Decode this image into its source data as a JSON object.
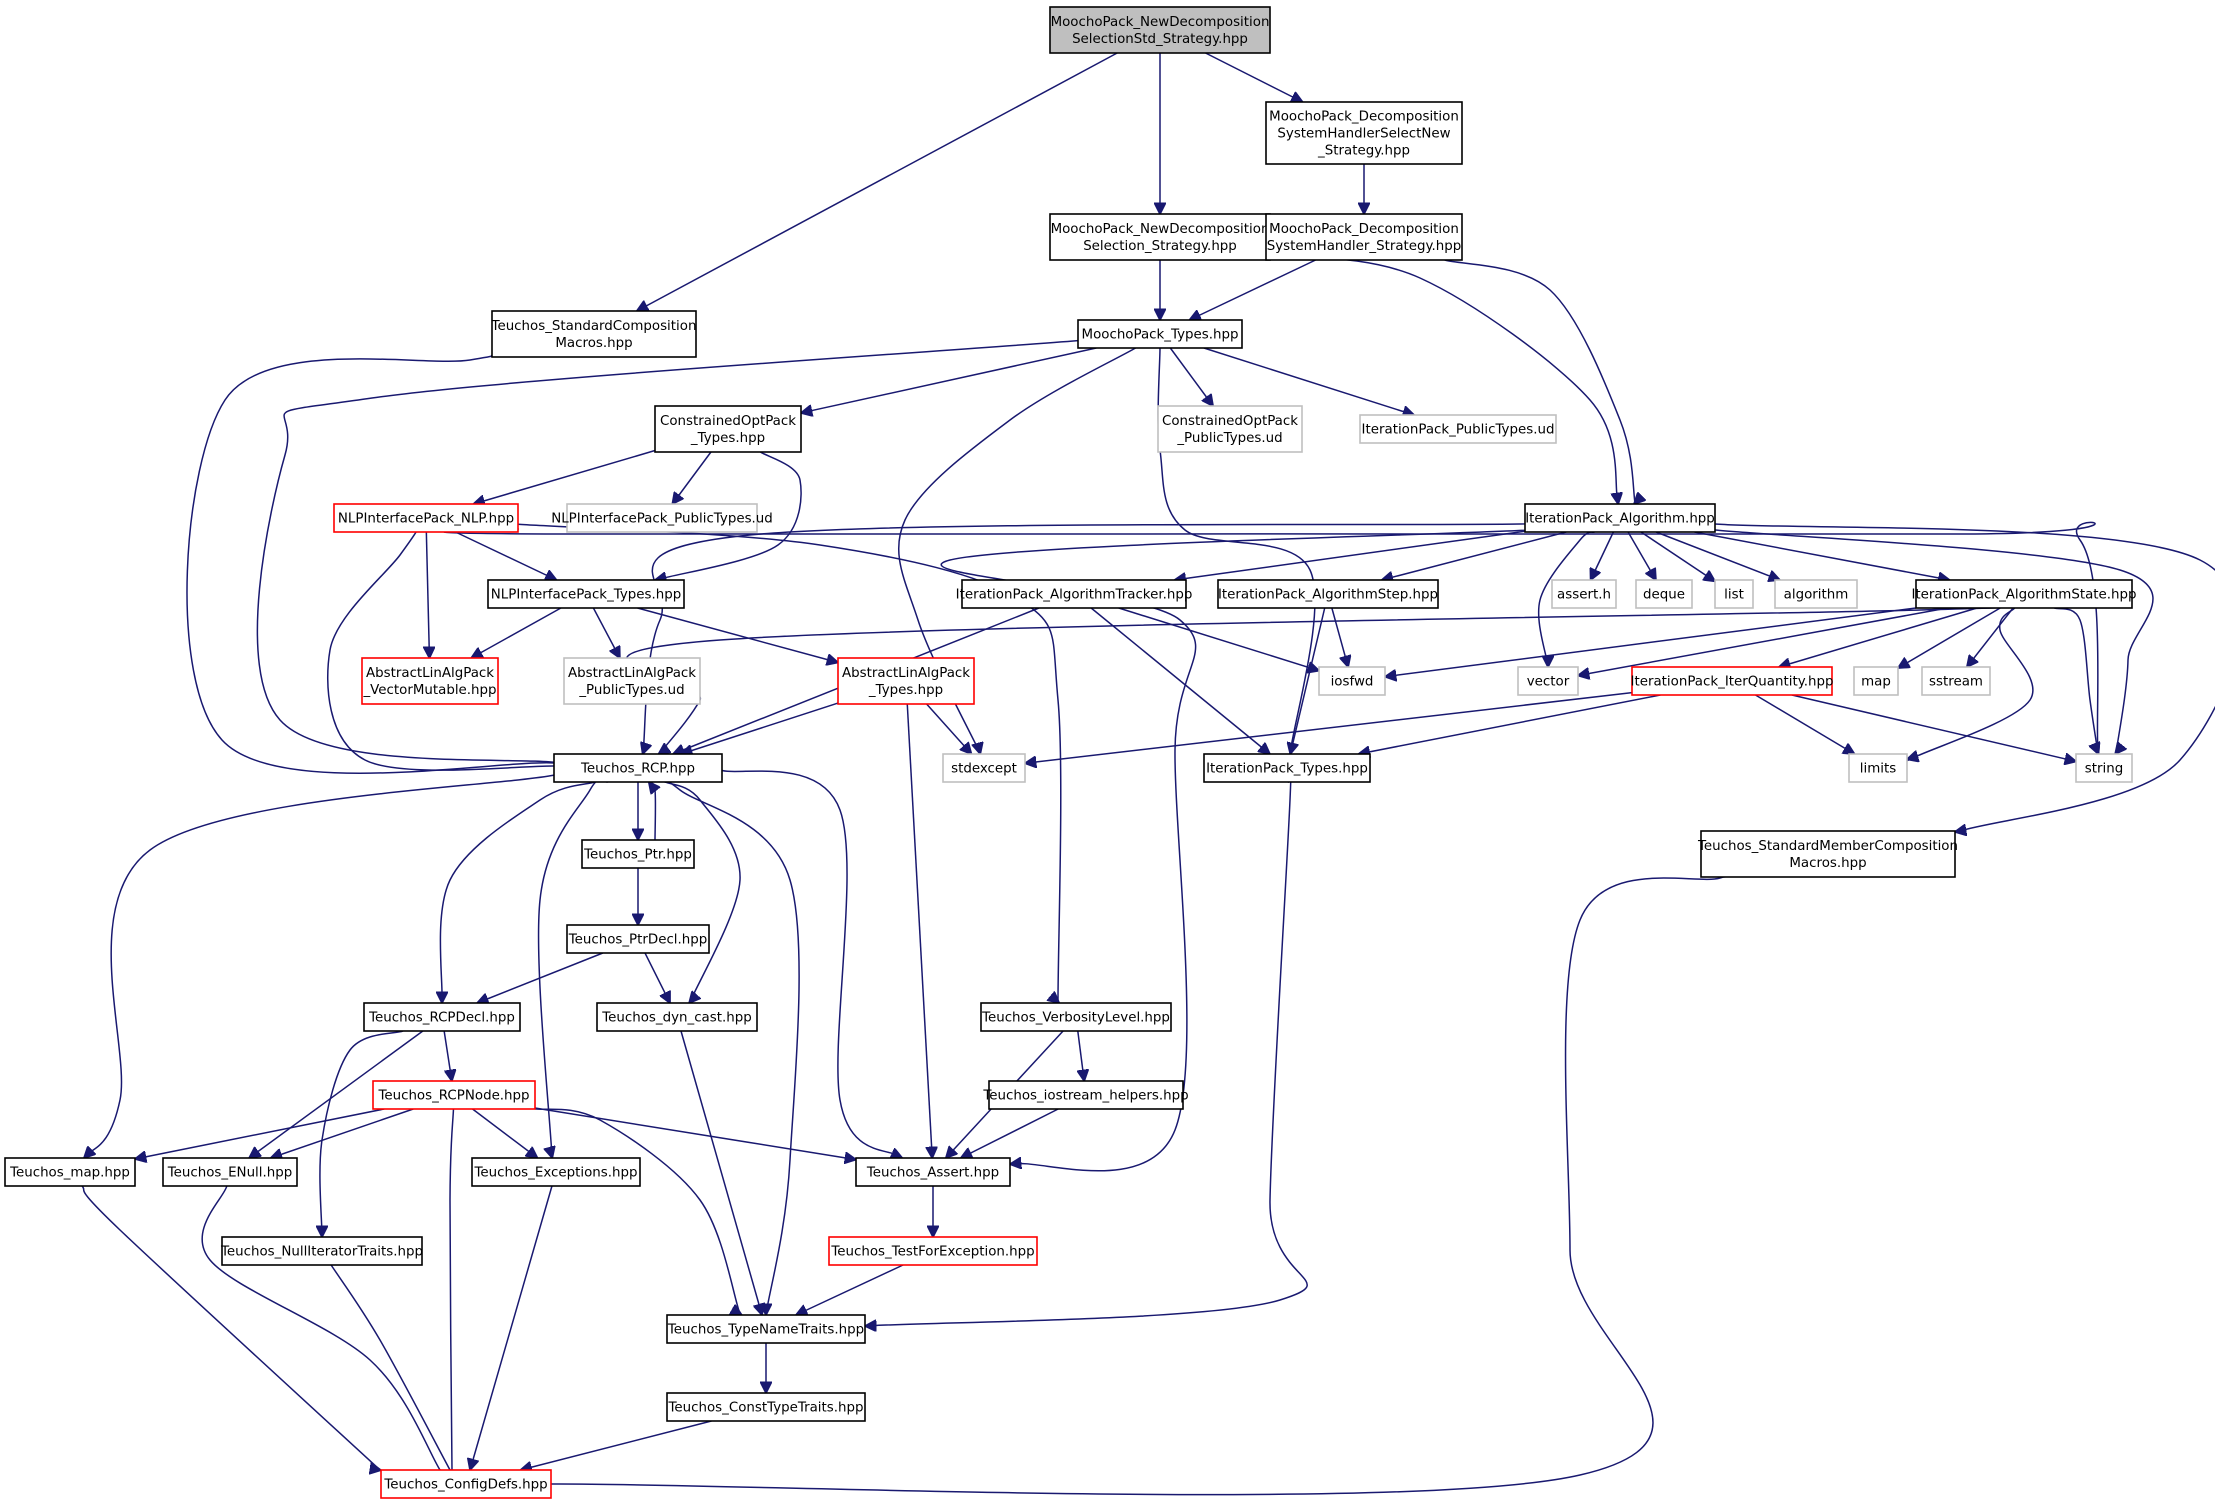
{
  "colors": {
    "edge": "#191970",
    "node_border": "#000000",
    "missing_border": "#ff0000",
    "external_border": "#bfbfbf",
    "root_fill": "#bfbfbf",
    "background": "#ffffff"
  },
  "nodes": [
    {
      "id": "root",
      "lines": [
        "MoochoPack_NewDecomposition",
        "SelectionStd_Strategy.hpp"
      ],
      "style": "root"
    },
    {
      "id": "dshsns",
      "lines": [
        "MoochoPack_Decomposition",
        "SystemHandlerSelectNew",
        "_Strategy.hpp"
      ],
      "style": "black"
    },
    {
      "id": "nds",
      "lines": [
        "MoochoPack_NewDecomposition",
        "Selection_Strategy.hpp"
      ],
      "style": "black"
    },
    {
      "id": "dshs",
      "lines": [
        "MoochoPack_Decomposition",
        "SystemHandler_Strategy.hpp"
      ],
      "style": "black"
    },
    {
      "id": "scm",
      "lines": [
        "Teuchos_StandardComposition",
        "Macros.hpp"
      ],
      "style": "black"
    },
    {
      "id": "mpt",
      "lines": [
        "MoochoPack_Types.hpp"
      ],
      "style": "black"
    },
    {
      "id": "copt",
      "lines": [
        "ConstrainedOptPack",
        "_Types.hpp"
      ],
      "style": "black"
    },
    {
      "id": "coptud",
      "lines": [
        "ConstrainedOptPack",
        "_PublicTypes.ud"
      ],
      "style": "gray"
    },
    {
      "id": "iptud",
      "lines": [
        "IterationPack_PublicTypes.ud"
      ],
      "style": "gray"
    },
    {
      "id": "nlp",
      "lines": [
        "NLPInterfacePack_NLP.hpp"
      ],
      "style": "red"
    },
    {
      "id": "nlpud",
      "lines": [
        "NLPInterfacePack_PublicTypes.ud"
      ],
      "style": "gray"
    },
    {
      "id": "ipa",
      "lines": [
        "IterationPack_Algorithm.hpp"
      ],
      "style": "black"
    },
    {
      "id": "nlpt",
      "lines": [
        "NLPInterfacePack_Types.hpp"
      ],
      "style": "black"
    },
    {
      "id": "ipat",
      "lines": [
        "IterationPack_AlgorithmTracker.hpp"
      ],
      "style": "black"
    },
    {
      "id": "ipas",
      "lines": [
        "IterationPack_AlgorithmStep.hpp"
      ],
      "style": "black"
    },
    {
      "id": "asserth",
      "lines": [
        "assert.h"
      ],
      "style": "gray"
    },
    {
      "id": "deque",
      "lines": [
        "deque"
      ],
      "style": "gray"
    },
    {
      "id": "list",
      "lines": [
        "list"
      ],
      "style": "gray"
    },
    {
      "id": "algorithm",
      "lines": [
        "algorithm"
      ],
      "style": "gray"
    },
    {
      "id": "ipast",
      "lines": [
        "IterationPack_AlgorithmState.hpp"
      ],
      "style": "black"
    },
    {
      "id": "alvm",
      "lines": [
        "AbstractLinAlgPack",
        "_VectorMutable.hpp"
      ],
      "style": "red"
    },
    {
      "id": "alud",
      "lines": [
        "AbstractLinAlgPack",
        "_PublicTypes.ud"
      ],
      "style": "gray"
    },
    {
      "id": "alt",
      "lines": [
        "AbstractLinAlgPack",
        "_Types.hpp"
      ],
      "style": "red"
    },
    {
      "id": "iosfwd",
      "lines": [
        "iosfwd"
      ],
      "style": "gray"
    },
    {
      "id": "vector",
      "lines": [
        "vector"
      ],
      "style": "gray"
    },
    {
      "id": "iq",
      "lines": [
        "IterationPack_IterQuantity.hpp"
      ],
      "style": "red"
    },
    {
      "id": "map",
      "lines": [
        "map"
      ],
      "style": "gray"
    },
    {
      "id": "sstream",
      "lines": [
        "sstream"
      ],
      "style": "gray"
    },
    {
      "id": "rcp",
      "lines": [
        "Teuchos_RCP.hpp"
      ],
      "style": "black"
    },
    {
      "id": "stdexcept",
      "lines": [
        "stdexcept"
      ],
      "style": "gray"
    },
    {
      "id": "ipt",
      "lines": [
        "IterationPack_Types.hpp"
      ],
      "style": "black"
    },
    {
      "id": "limits",
      "lines": [
        "limits"
      ],
      "style": "gray"
    },
    {
      "id": "string",
      "lines": [
        "string"
      ],
      "style": "gray"
    },
    {
      "id": "ptr",
      "lines": [
        "Teuchos_Ptr.hpp"
      ],
      "style": "black"
    },
    {
      "id": "smcm",
      "lines": [
        "Teuchos_StandardMemberComposition",
        "Macros.hpp"
      ],
      "style": "black"
    },
    {
      "id": "ptrdecl",
      "lines": [
        "Teuchos_PtrDecl.hpp"
      ],
      "style": "black"
    },
    {
      "id": "rcpdecl",
      "lines": [
        "Teuchos_RCPDecl.hpp"
      ],
      "style": "black"
    },
    {
      "id": "dyncast",
      "lines": [
        "Teuchos_dyn_cast.hpp"
      ],
      "style": "black"
    },
    {
      "id": "verb",
      "lines": [
        "Teuchos_VerbosityLevel.hpp"
      ],
      "style": "black"
    },
    {
      "id": "rcpnode",
      "lines": [
        "Teuchos_RCPNode.hpp"
      ],
      "style": "red"
    },
    {
      "id": "ioh",
      "lines": [
        "Teuchos_iostream_helpers.hpp"
      ],
      "style": "black"
    },
    {
      "id": "tmap",
      "lines": [
        "Teuchos_map.hpp"
      ],
      "style": "black"
    },
    {
      "id": "enull",
      "lines": [
        "Teuchos_ENull.hpp"
      ],
      "style": "black"
    },
    {
      "id": "exc",
      "lines": [
        "Teuchos_Exceptions.hpp"
      ],
      "style": "black"
    },
    {
      "id": "tassert",
      "lines": [
        "Teuchos_Assert.hpp"
      ],
      "style": "black"
    },
    {
      "id": "nit",
      "lines": [
        "Teuchos_NullIteratorTraits.hpp"
      ],
      "style": "black"
    },
    {
      "id": "tfe",
      "lines": [
        "Teuchos_TestForException.hpp"
      ],
      "style": "red"
    },
    {
      "id": "tnt",
      "lines": [
        "Teuchos_TypeNameTraits.hpp"
      ],
      "style": "black"
    },
    {
      "id": "ctt",
      "lines": [
        "Teuchos_ConstTypeTraits.hpp"
      ],
      "style": "black"
    },
    {
      "id": "cdefs",
      "lines": [
        "Teuchos_ConfigDefs.hpp"
      ],
      "style": "red"
    }
  ],
  "edges": [
    [
      "root",
      "dshsns"
    ],
    [
      "root",
      "nds"
    ],
    [
      "root",
      "scm"
    ],
    [
      "dshsns",
      "dshs"
    ],
    [
      "nds",
      "mpt"
    ],
    [
      "nds",
      "ipa"
    ],
    [
      "dshs",
      "mpt"
    ],
    [
      "dshs",
      "ipa"
    ],
    [
      "scm",
      "rcp"
    ],
    [
      "mpt",
      "copt"
    ],
    [
      "mpt",
      "coptud"
    ],
    [
      "mpt",
      "iptud"
    ],
    [
      "mpt",
      "rcp"
    ],
    [
      "mpt",
      "ipt"
    ],
    [
      "mpt",
      "stdexcept"
    ],
    [
      "copt",
      "nlp"
    ],
    [
      "copt",
      "nlpud"
    ],
    [
      "copt",
      "nlpt"
    ],
    [
      "nlp",
      "nlpt"
    ],
    [
      "nlp",
      "alvm"
    ],
    [
      "nlp",
      "rcp"
    ],
    [
      "nlp",
      "string"
    ],
    [
      "nlp",
      "verb"
    ],
    [
      "nlpt",
      "alvm"
    ],
    [
      "nlpt",
      "alud"
    ],
    [
      "nlpt",
      "alt"
    ],
    [
      "alt",
      "rcp"
    ],
    [
      "alt",
      "stdexcept"
    ],
    [
      "alt",
      "tassert"
    ],
    [
      "ipa",
      "ipat"
    ],
    [
      "ipa",
      "ipas"
    ],
    [
      "ipa",
      "asserth"
    ],
    [
      "ipa",
      "deque"
    ],
    [
      "ipa",
      "list"
    ],
    [
      "ipa",
      "algorithm"
    ],
    [
      "ipa",
      "ipast"
    ],
    [
      "ipa",
      "rcp"
    ],
    [
      "ipa",
      "vector"
    ],
    [
      "ipa",
      "string"
    ],
    [
      "ipa",
      "smcm"
    ],
    [
      "ipa",
      "tassert"
    ],
    [
      "ipat",
      "rcp"
    ],
    [
      "ipat",
      "iosfwd"
    ],
    [
      "ipat",
      "ipt"
    ],
    [
      "ipas",
      "iosfwd"
    ],
    [
      "ipas",
      "ipt"
    ],
    [
      "ipast",
      "iq"
    ],
    [
      "ipast",
      "map"
    ],
    [
      "ipast",
      "sstream"
    ],
    [
      "ipast",
      "iosfwd"
    ],
    [
      "ipast",
      "vector"
    ],
    [
      "ipast",
      "string"
    ],
    [
      "ipast",
      "limits"
    ],
    [
      "ipast",
      "rcp"
    ],
    [
      "iq",
      "ipt"
    ],
    [
      "iq",
      "limits"
    ],
    [
      "iq",
      "string"
    ],
    [
      "iq",
      "stdexcept"
    ],
    [
      "ipt",
      "tnt"
    ],
    [
      "rcp",
      "ptr"
    ],
    [
      "rcp",
      "rcpdecl"
    ],
    [
      "rcp",
      "dyncast"
    ],
    [
      "rcp",
      "tmap"
    ],
    [
      "rcp",
      "exc"
    ],
    [
      "rcp",
      "tassert"
    ],
    [
      "rcp",
      "tnt"
    ],
    [
      "ptr",
      "ptrdecl"
    ],
    [
      "ptr",
      "rcp"
    ],
    [
      "ptrdecl",
      "rcpdecl"
    ],
    [
      "ptrdecl",
      "dyncast"
    ],
    [
      "rcpdecl",
      "rcpnode"
    ],
    [
      "rcpdecl",
      "enull"
    ],
    [
      "rcpdecl",
      "nit"
    ],
    [
      "dyncast",
      "tnt"
    ],
    [
      "verb",
      "tassert"
    ],
    [
      "verb",
      "ioh"
    ],
    [
      "ioh",
      "tassert"
    ],
    [
      "rcpnode",
      "tmap"
    ],
    [
      "rcpnode",
      "enull"
    ],
    [
      "rcpnode",
      "exc"
    ],
    [
      "rcpnode",
      "tassert"
    ],
    [
      "rcpnode",
      "tnt"
    ],
    [
      "rcpnode",
      "cdefs"
    ],
    [
      "tassert",
      "tfe"
    ],
    [
      "tfe",
      "tnt"
    ],
    [
      "tnt",
      "ctt"
    ],
    [
      "ctt",
      "cdefs"
    ],
    [
      "tmap",
      "cdefs"
    ],
    [
      "enull",
      "cdefs"
    ],
    [
      "exc",
      "cdefs"
    ],
    [
      "nit",
      "cdefs"
    ],
    [
      "smcm",
      "cdefs"
    ]
  ]
}
